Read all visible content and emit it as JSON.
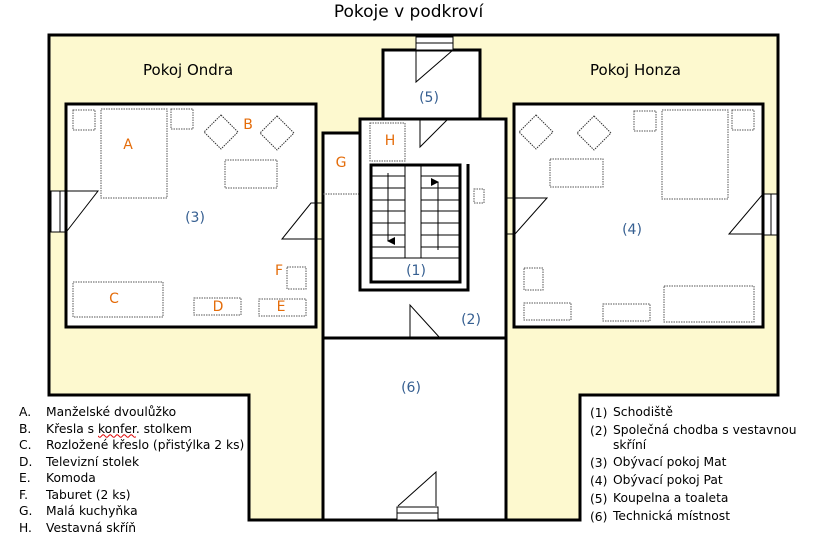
{
  "title": "Pokoje v podkroví",
  "rooms": {
    "ondra": "Pokoj  Ondra",
    "honza": "Pokoj  Honza"
  },
  "labels": {
    "A": "A",
    "B": "B",
    "C": "C",
    "D": "D",
    "E": "E",
    "F": "F",
    "G": "G",
    "H": "H",
    "r1": "(1)",
    "r2": "(2)",
    "r3": "(3)",
    "r4": "(4)",
    "r5": "(5)",
    "r6": "(6)"
  },
  "legend_furniture": [
    {
      "key": "A.",
      "text": "Manželské dvoulůžko"
    },
    {
      "key": "B.",
      "text_pre": "Křesla s ",
      "text_misspelled": "konfer",
      "text_post": ". stolkem"
    },
    {
      "key": "C.",
      "text": "Rozložené křeslo (přistýlka 2 ks)"
    },
    {
      "key": "D.",
      "text": "Televizní stolek"
    },
    {
      "key": "E.",
      "text": "Komoda"
    },
    {
      "key": "F.",
      "text": "Taburet (2 ks)"
    },
    {
      "key": "G.",
      "text": "Malá kuchyňka"
    },
    {
      "key": "H.",
      "text": "Vestavná skříň"
    }
  ],
  "legend_rooms": [
    {
      "key": "(1)",
      "text": "Schodiště"
    },
    {
      "key": "(2)",
      "text": "Společná chodba s vestavnou skříní"
    },
    {
      "key": "(3)",
      "text": "Obývací pokoj Mat"
    },
    {
      "key": "(4)",
      "text": "Obývací pokoj Pat"
    },
    {
      "key": "(5)",
      "text": "Koupelna a toaleta"
    },
    {
      "key": "(6)",
      "text": "Technická místnost"
    }
  ],
  "colors": {
    "floor": "#fdf9cf",
    "furniture_label": "#e46c0a",
    "room_label": "#365f91"
  }
}
